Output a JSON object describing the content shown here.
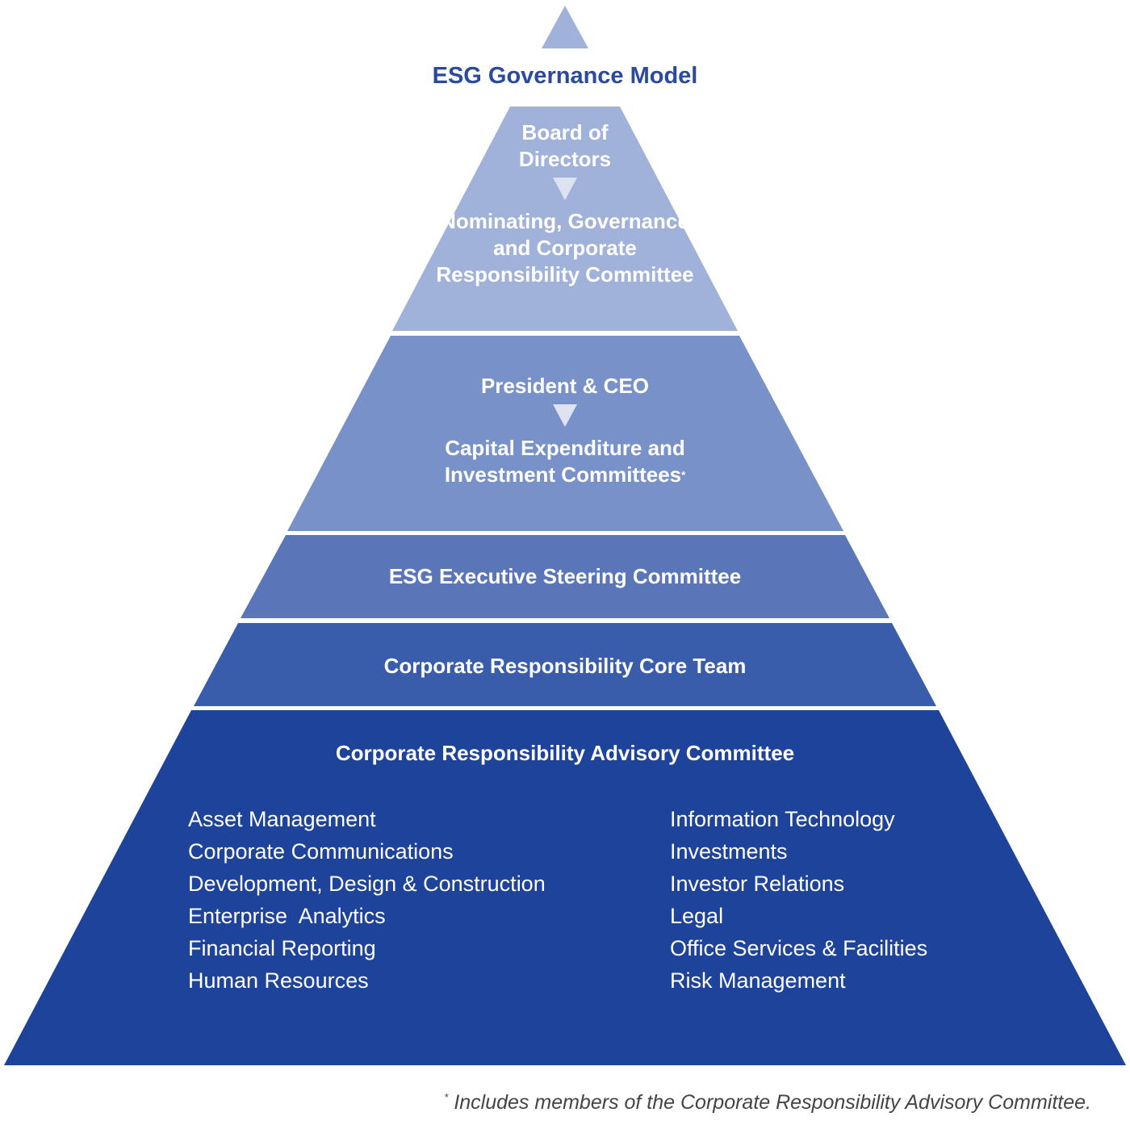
{
  "title": "ESG Governance Model",
  "colors": {
    "title": "#2a4aa0",
    "apex": "#a0b1da",
    "tier1": "#a0b1da",
    "tier2": "#7891c9",
    "tier3": "#5a76b9",
    "tier4": "#395cab",
    "tier5": "#1e439b",
    "arrow": "#dde3f1"
  },
  "tiers": [
    {
      "id": "board",
      "top_label": "Board of Directors",
      "bottom_label": "Nominating, Governance and Corporate Responsibility Committee"
    },
    {
      "id": "ceo",
      "top_label": "President & CEO",
      "bottom_label": "Capital Expenditure and Investment Committees",
      "footnote_marker": "*"
    },
    {
      "id": "steering",
      "label": "ESG Executive Steering Committee"
    },
    {
      "id": "core-team",
      "label": "Corporate Responsibility Core Team"
    },
    {
      "id": "advisory",
      "label": "Corporate Responsibility Advisory Committee",
      "members_left": [
        "Asset Management",
        "Corporate Communications",
        "Development, Design & Construction",
        "Enterprise  Analytics",
        "Financial Reporting",
        "Human Resources"
      ],
      "members_right": [
        "Information Technology",
        "Investments",
        "Investor Relations",
        "Legal",
        "Office Services & Facilities",
        "Risk Management"
      ]
    }
  ],
  "footnote": {
    "marker": "*",
    "text": "Includes members of the Corporate Responsibility Advisory Committee."
  }
}
